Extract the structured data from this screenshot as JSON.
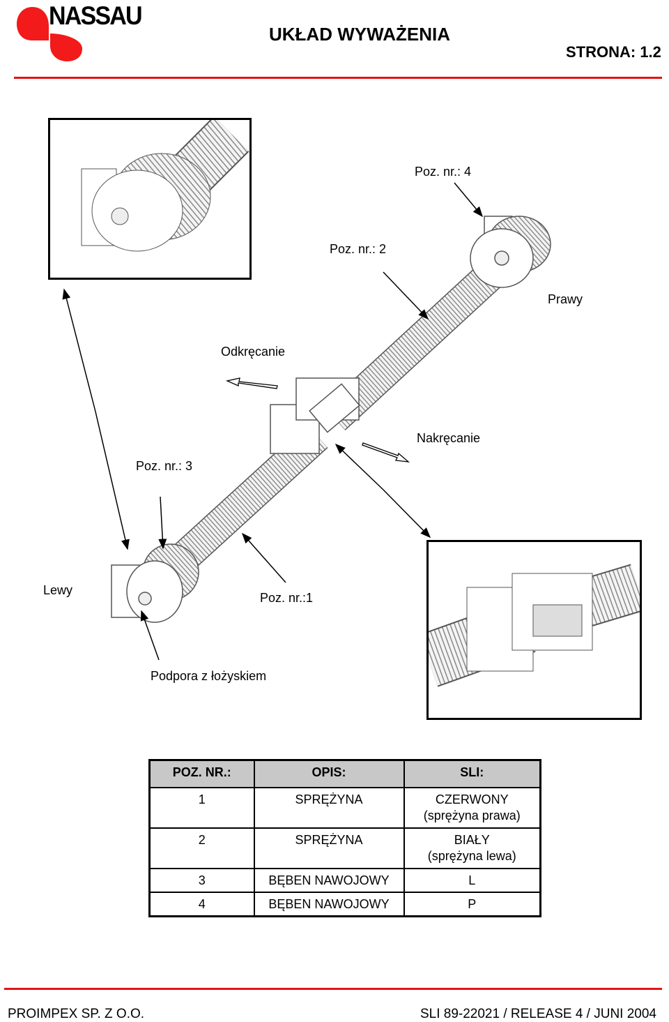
{
  "header": {
    "logo": "NASSAU",
    "title": "UKŁAD WYWAŻENIA",
    "page": "STRONA: 1.2"
  },
  "diagram": {
    "labels": {
      "poz4": "Poz. nr.: 4",
      "poz2": "Poz. nr.: 2",
      "prawy": "Prawy",
      "odkrecanie": "Odkręcanie",
      "nakrecanie": "Nakręcanie",
      "poz3": "Poz. nr.: 3",
      "lewy": "Lewy",
      "poz1": "Poz. nr.:1",
      "podpora": "Podpora z łożyskiem"
    }
  },
  "table": {
    "headers": [
      "POZ. NR.:",
      "OPIS:",
      "SLI:"
    ],
    "rows": [
      {
        "nr": "1",
        "opis": "SPRĘŻYNA",
        "sli": "CZERWONY",
        "sli2": "(sprężyna prawa)"
      },
      {
        "nr": "2",
        "opis": "SPRĘŻYNA",
        "sli": "BIAŁY",
        "sli2": "(sprężyna lewa)"
      },
      {
        "nr": "3",
        "opis": "BĘBEN NAWOJOWY",
        "sli": "L"
      },
      {
        "nr": "4",
        "opis": "BĘBEN NAWOJOWY",
        "sli": "P"
      }
    ]
  },
  "footer": {
    "company": "PROIMPEX SP. Z O.O.",
    "release": "SLI 89-22021 / RELEASE 4 / JUNI 2004"
  },
  "colors": {
    "accent": "#e31414"
  }
}
